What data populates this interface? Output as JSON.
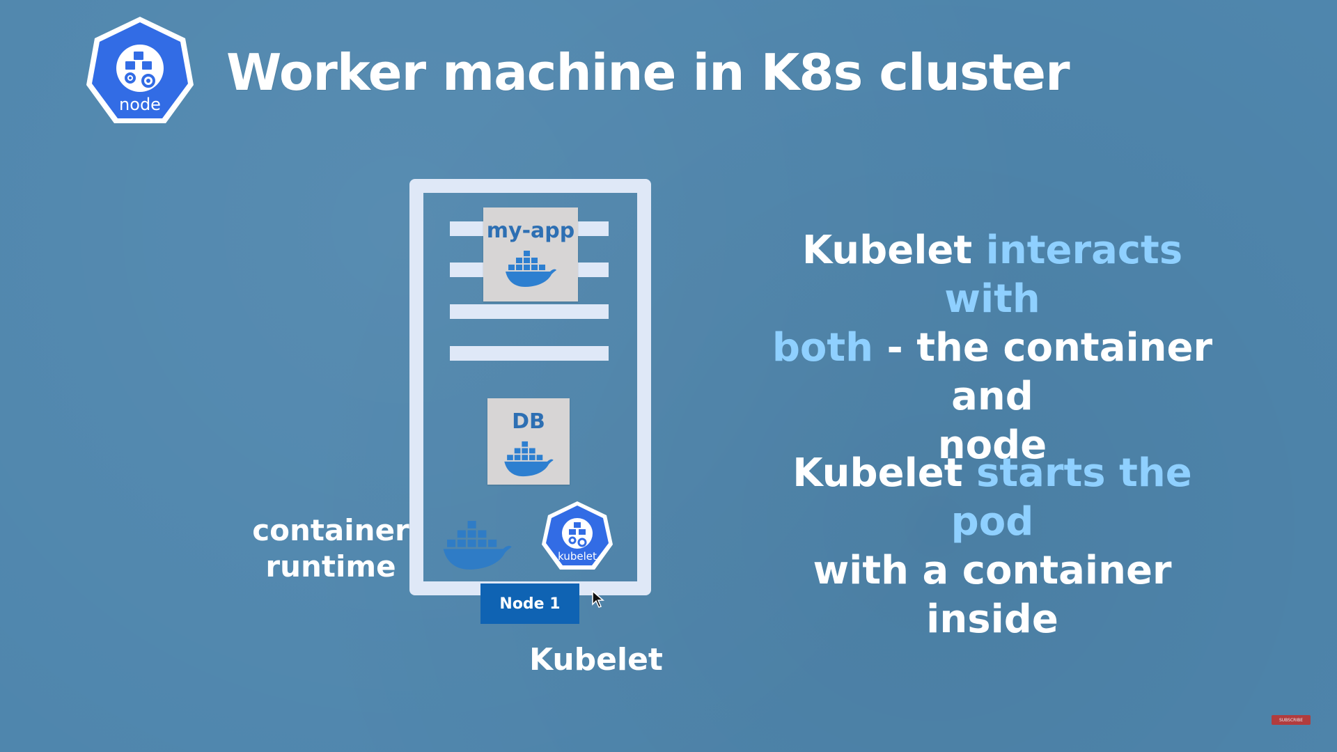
{
  "title": "Worker machine in K8s cluster",
  "node_logo": {
    "label": "node",
    "icon": "node-icon"
  },
  "containers": [
    {
      "label": "my-app",
      "icon": "docker-whale-icon"
    },
    {
      "label": "DB",
      "icon": "docker-whale-icon"
    }
  ],
  "kubelet_logo": {
    "label": "kubelet",
    "icon": "kubelet-icon"
  },
  "node_tag": "Node 1",
  "runtime_label": {
    "line1": "container",
    "line2": "runtime"
  },
  "kubelet_caption": "Kubelet",
  "callouts": [
    {
      "pre": "Kubelet ",
      "hl1": "interacts with",
      "hl2": "both",
      "post": " - the container and",
      "post2": "node"
    },
    {
      "pre": "Kubelet ",
      "hl": "starts the pod",
      "post": "with a container inside"
    }
  ],
  "subscribe": "SUBSCRIBE",
  "colors": {
    "background": "#4f86ad",
    "frame": "#dfe8f7",
    "card": "#d7d5d5",
    "k8s_blue": "#326ce5",
    "node_tag": "#0f63b3",
    "highlight": "#8fd0ff",
    "docker_blue": "#2d7fd0"
  }
}
